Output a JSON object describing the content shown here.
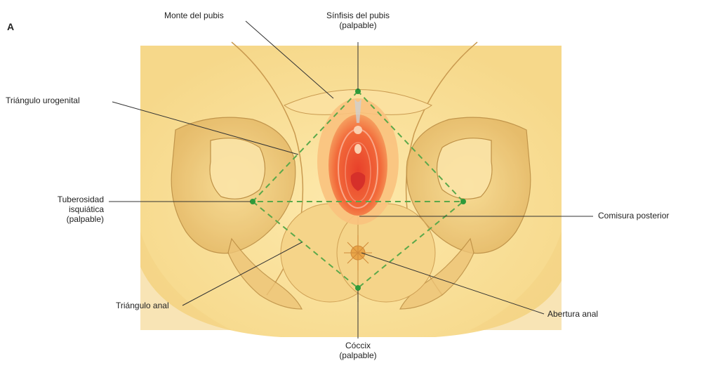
{
  "panel_letter": "A",
  "labels": {
    "monte_pubis": "Monte del pubis",
    "sinfisis_line1": "Sínfisis del pubis",
    "sinfisis_line2": "(palpable)",
    "triangulo_urogenital": "Triángulo urogenital",
    "tuberosidad_line1": "Tuberosidad",
    "tuberosidad_line2": "isquiática",
    "tuberosidad_line3": "(palpable)",
    "comisura_posterior": "Comisura posterior",
    "triangulo_anal": "Triángulo anal",
    "abertura_anal": "Abertura anal",
    "coccix_line1": "Cóccix",
    "coccix_line2": "(palpable)"
  },
  "colors": {
    "skin_light": "#fbe7a6",
    "skin_mid": "#f3cf78",
    "skin_dark": "#d9a54e",
    "dashed_guide": "#5aa84a",
    "landmark_dot": "#2e9a3a",
    "mucosa_outer": "#f26a3a",
    "mucosa_inner": "#e8402a",
    "leader_line": "#333333"
  }
}
